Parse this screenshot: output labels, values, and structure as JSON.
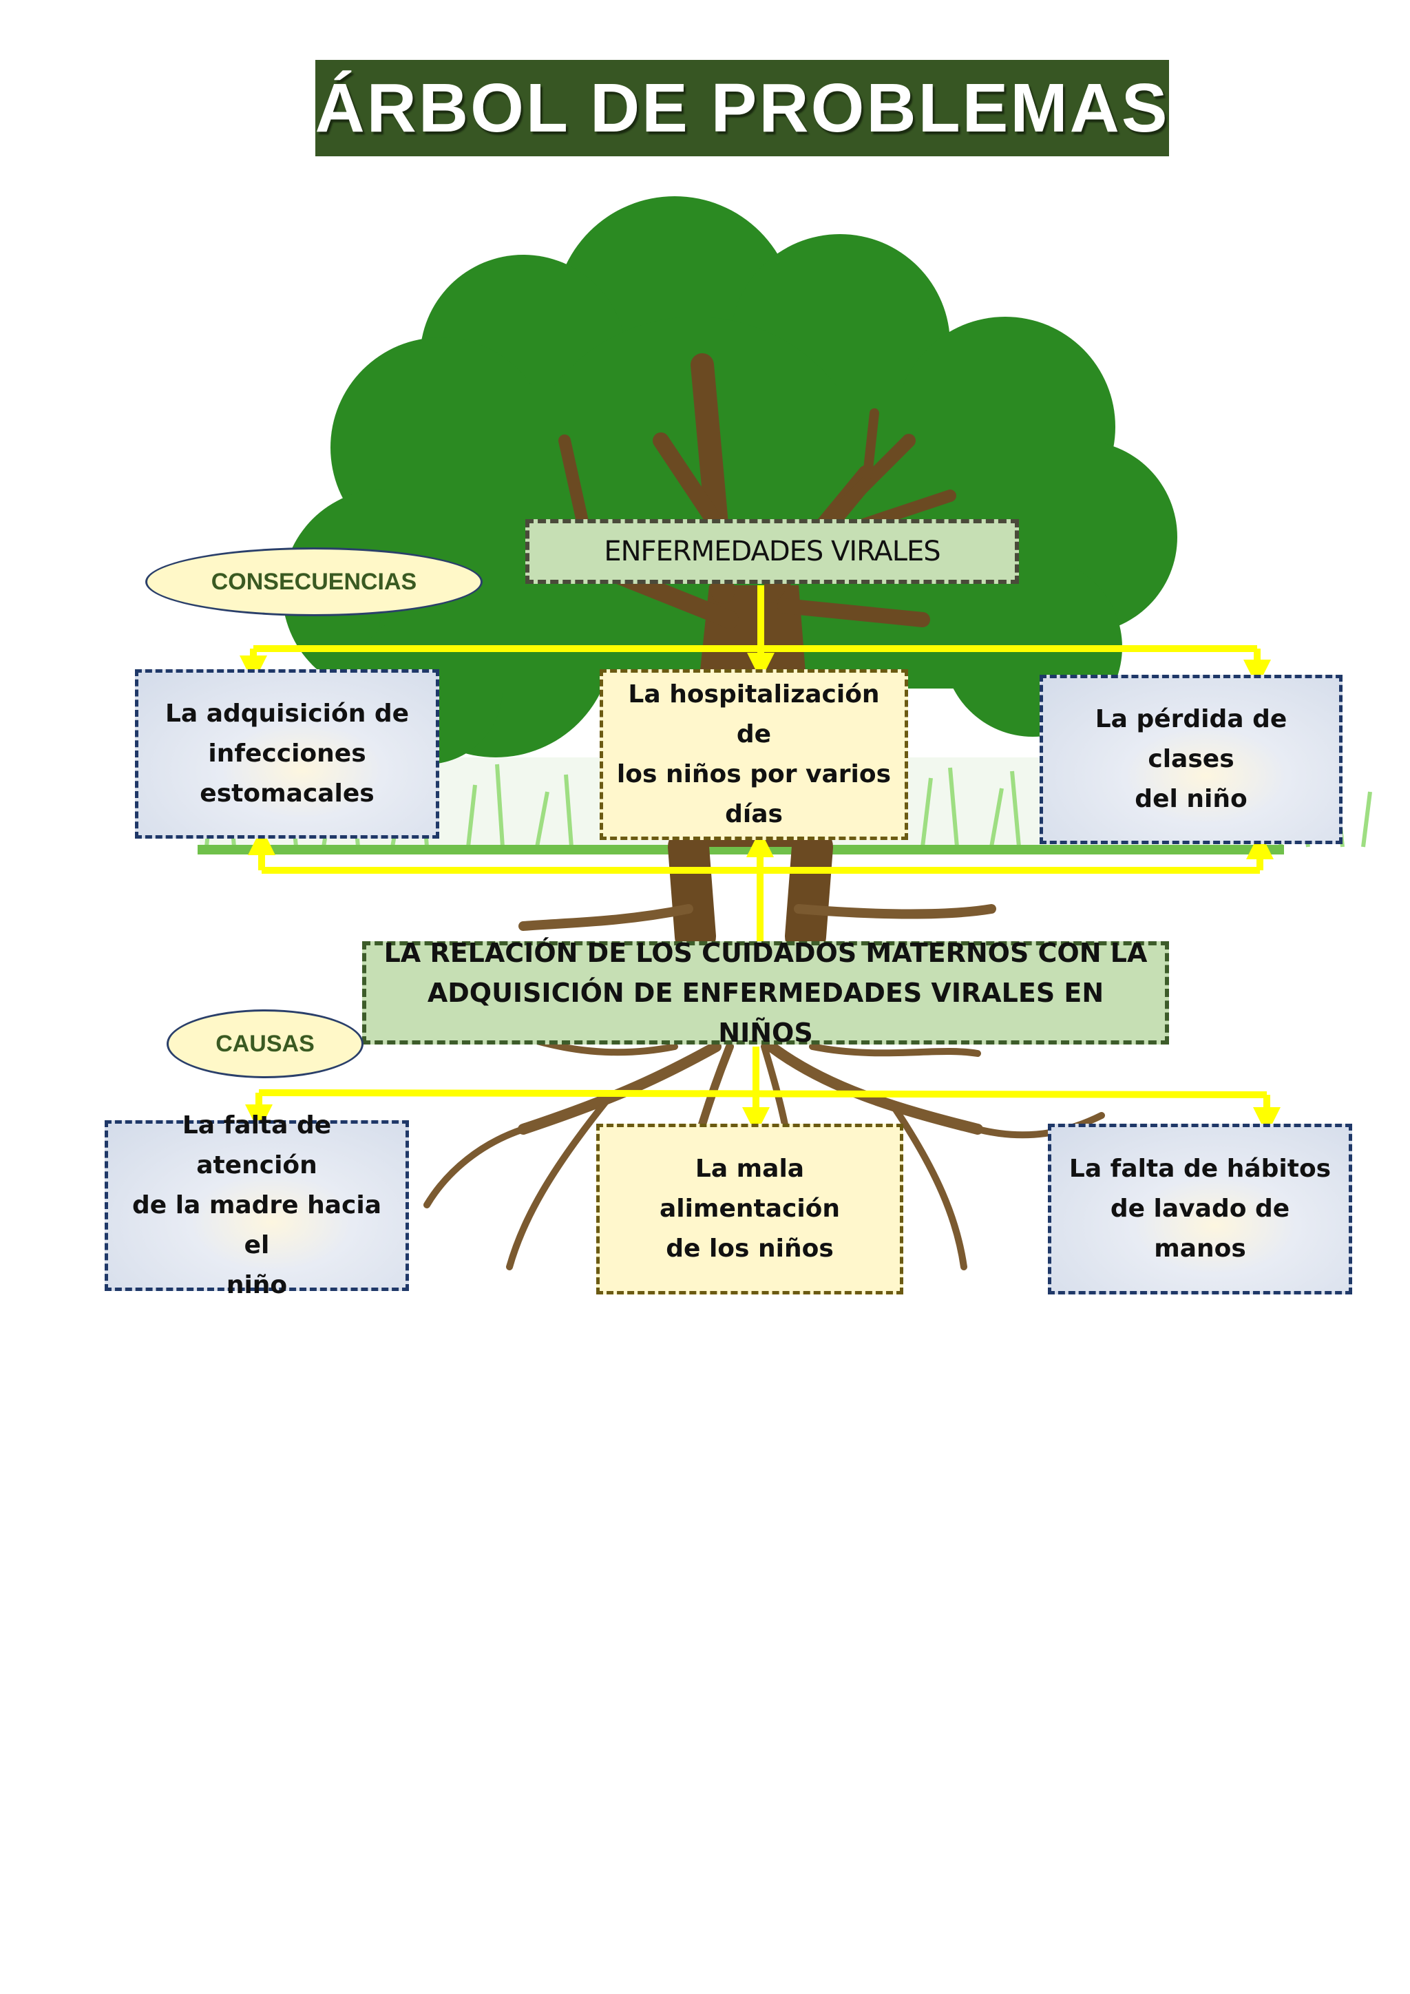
{
  "title": "ÁRBOL DE PROBLEMAS",
  "problem": "ENFERMEDADES VIRALES",
  "consequences_label": "CONSECUENCIAS",
  "consequences": [
    {
      "line1": "La adquisición de",
      "line2": "infecciones",
      "line3": "estomacales"
    },
    {
      "line1": "La hospitalización de",
      "line2": "los niños por varios",
      "line3": "días"
    },
    {
      "line1": "La pérdida de clases",
      "line2": "del niño"
    }
  ],
  "main_cause": {
    "line1": "LA RELACIÓN DE LOS CUIDADOS MATERNOS CON LA",
    "line2": "ADQUISICIÓN DE ENFERMEDADES VIRALES EN NIÑOS"
  },
  "causes_label": "CAUSAS",
  "causes": [
    {
      "line1": "La falta de atención",
      "line2": "de la madre hacia el",
      "line3": "niño"
    },
    {
      "line1": "La mala alimentación",
      "line2": "de los niños"
    },
    {
      "line1": "La falta de hábitos",
      "line2": "de lavado de manos"
    }
  ],
  "colors": {
    "title_bg": "#375623",
    "foliage": "#2b8a22",
    "trunk": "#6b4a22",
    "arrow": "#ffff00",
    "grass": "#7ccf55",
    "green_box": "#c6dfb4",
    "yellow_box": "#fff7cc",
    "blue_border": "#1f3868"
  }
}
